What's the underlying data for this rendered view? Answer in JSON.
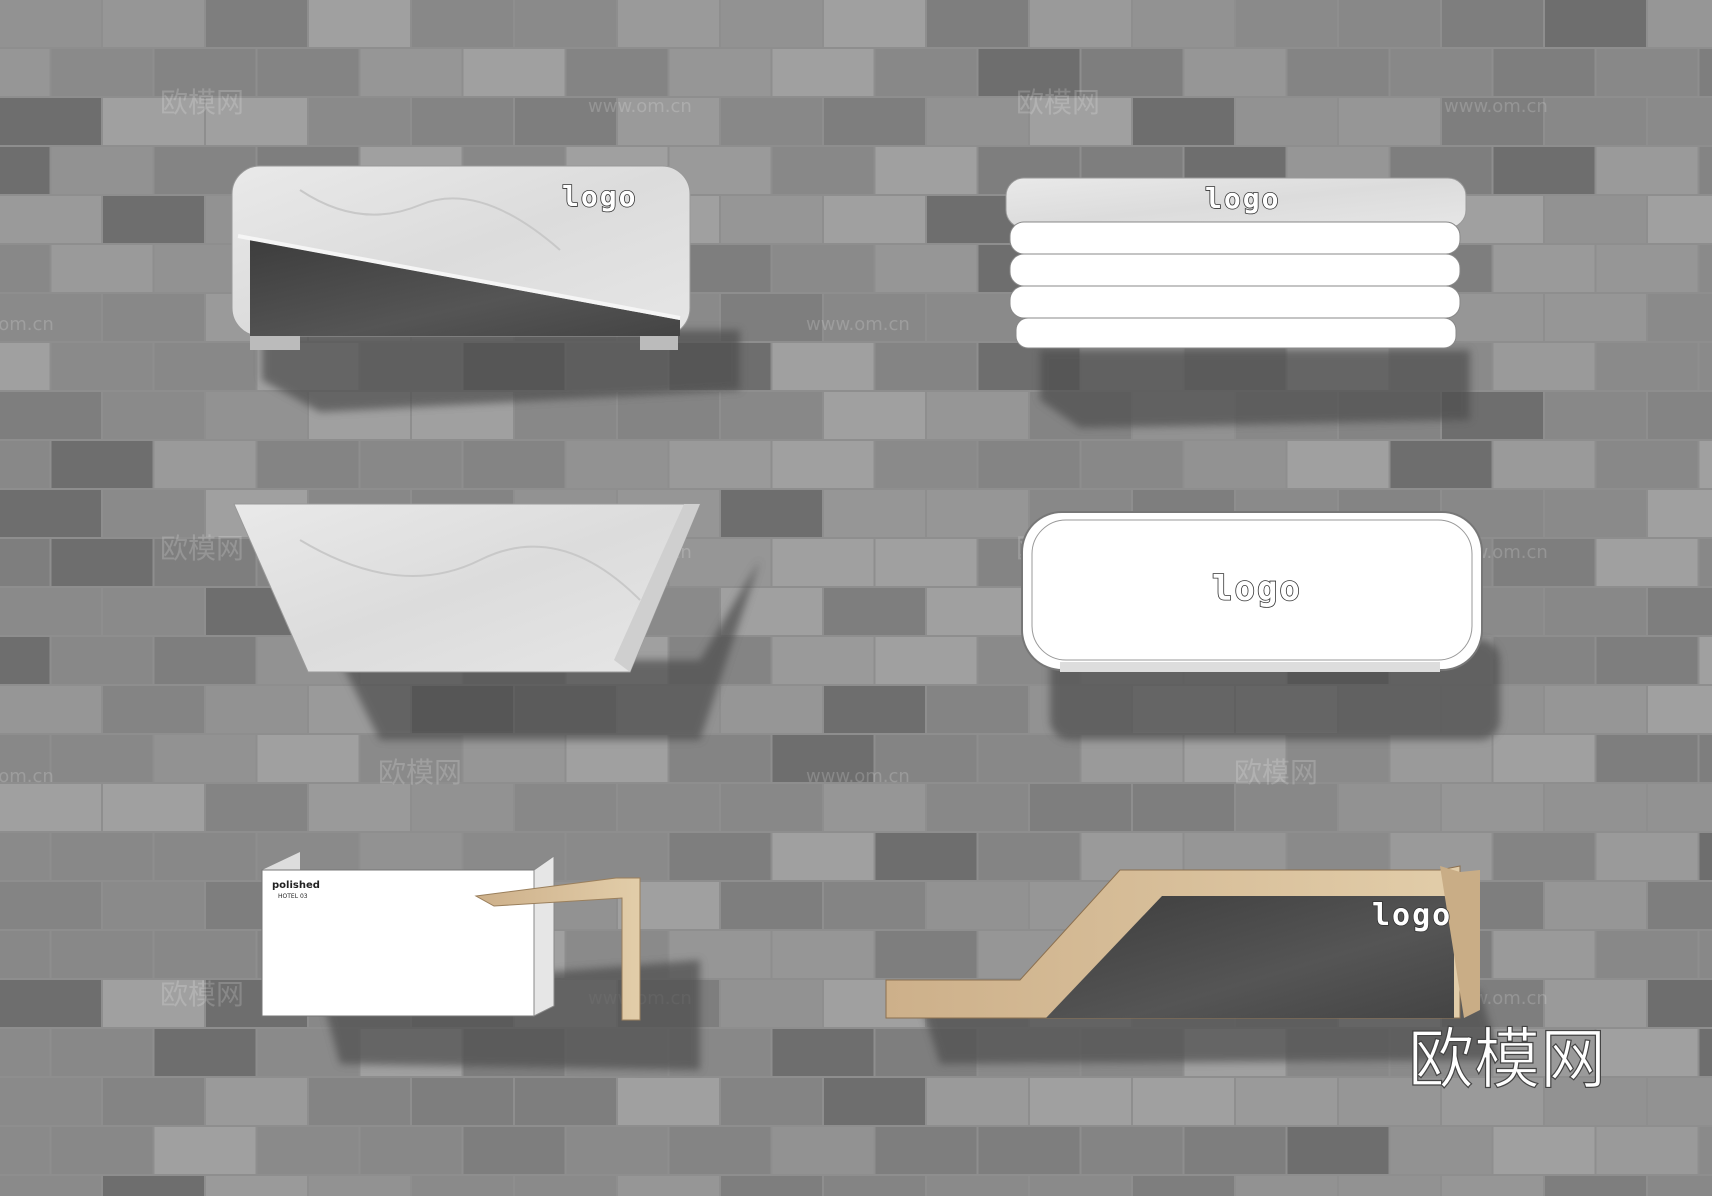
{
  "desks": {
    "desk1": {
      "logo": "logo"
    },
    "desk2": {
      "logo": "logo"
    },
    "desk4": {
      "logo": "logo"
    },
    "desk5": {
      "sign_line1": "polished",
      "sign_line2": "HOTEL 03"
    },
    "desk6": {
      "logo": "logo"
    }
  },
  "watermark": {
    "brand": "欧模网",
    "url": "www.om.cn",
    "url_fragment": "om.cn"
  },
  "colors": {
    "wall": "#8e8e8e",
    "marble_light": "#e4e4e4",
    "marble_dark": "#4a4a4a",
    "wood": "#d8c09c",
    "white": "#ffffff"
  }
}
